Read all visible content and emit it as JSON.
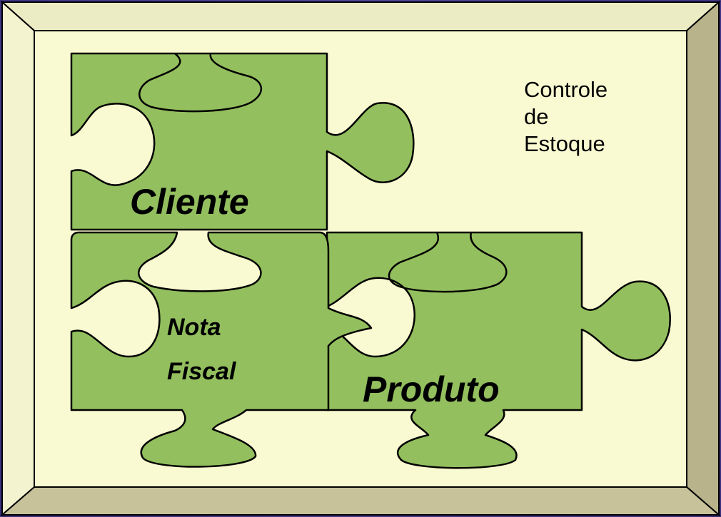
{
  "diagram": {
    "title_lines": [
      "Controle",
      "de",
      "Estoque"
    ],
    "pieces": {
      "cliente": "Cliente",
      "nota_fiscal_line1": "Nota",
      "nota_fiscal_line2": "Fiscal",
      "produto": "Produto"
    }
  },
  "colors": {
    "background": "#4b3f95",
    "frame_face": "#fafad2",
    "frame_bevel_light": "#ececc4",
    "frame_bevel_dark": "#b8b38a",
    "piece_fill": "#93bf5e",
    "outline": "#000000"
  }
}
